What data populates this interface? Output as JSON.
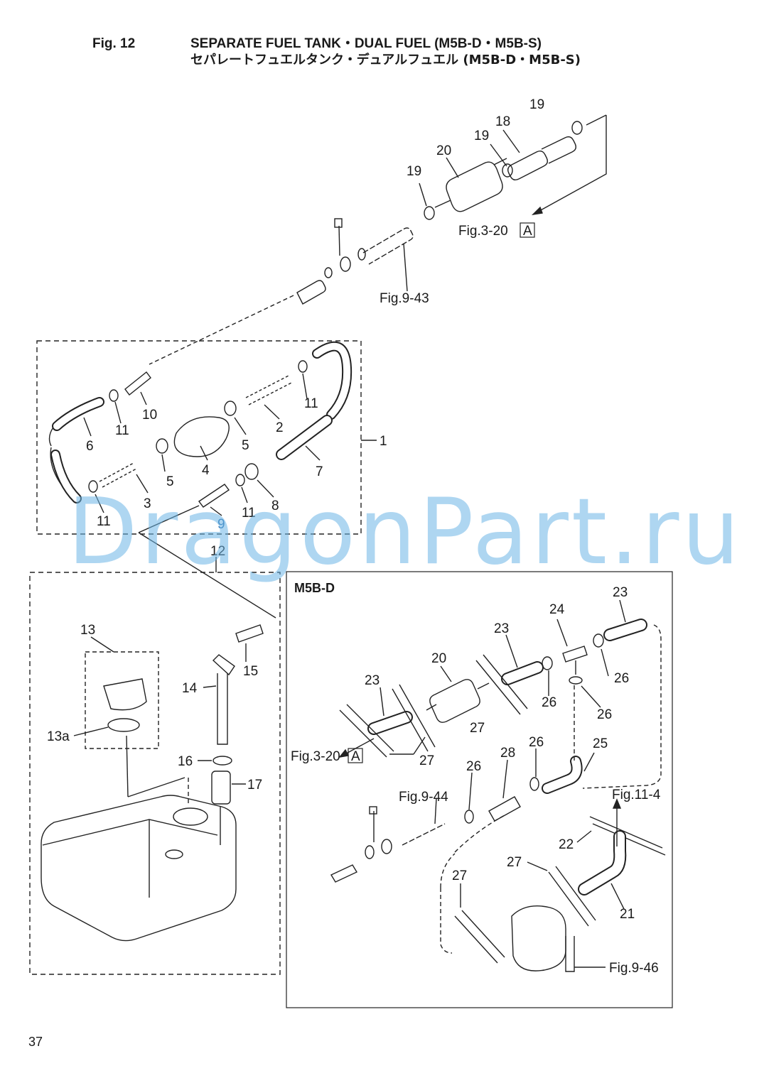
{
  "header": {
    "fig_label": "Fig. 12",
    "title_en": "SEPARATE FUEL TANK・DUAL FUEL (M5B-D・M5B-S)",
    "title_jp": "セパレートフュエルタンク・デュアルフュエル (M5B-D・M5B-S)"
  },
  "watermark": "DragonPart.ru",
  "page_number": "37",
  "subpanel_title": "M5B-D",
  "refs": {
    "fig3_20": "Fig.3-20",
    "fig9_43": "Fig.9-43",
    "fig9_44": "Fig.9-44",
    "fig11_4": "Fig.11-4",
    "fig9_46": "Fig.9-46",
    "box_a": "A"
  },
  "callouts": [
    "1",
    "2",
    "3",
    "4",
    "5",
    "6",
    "7",
    "8",
    "9",
    "10",
    "11",
    "12",
    "13",
    "13a",
    "14",
    "15",
    "16",
    "17",
    "18",
    "19",
    "20",
    "21",
    "22",
    "23",
    "24",
    "25",
    "26",
    "27",
    "28"
  ]
}
